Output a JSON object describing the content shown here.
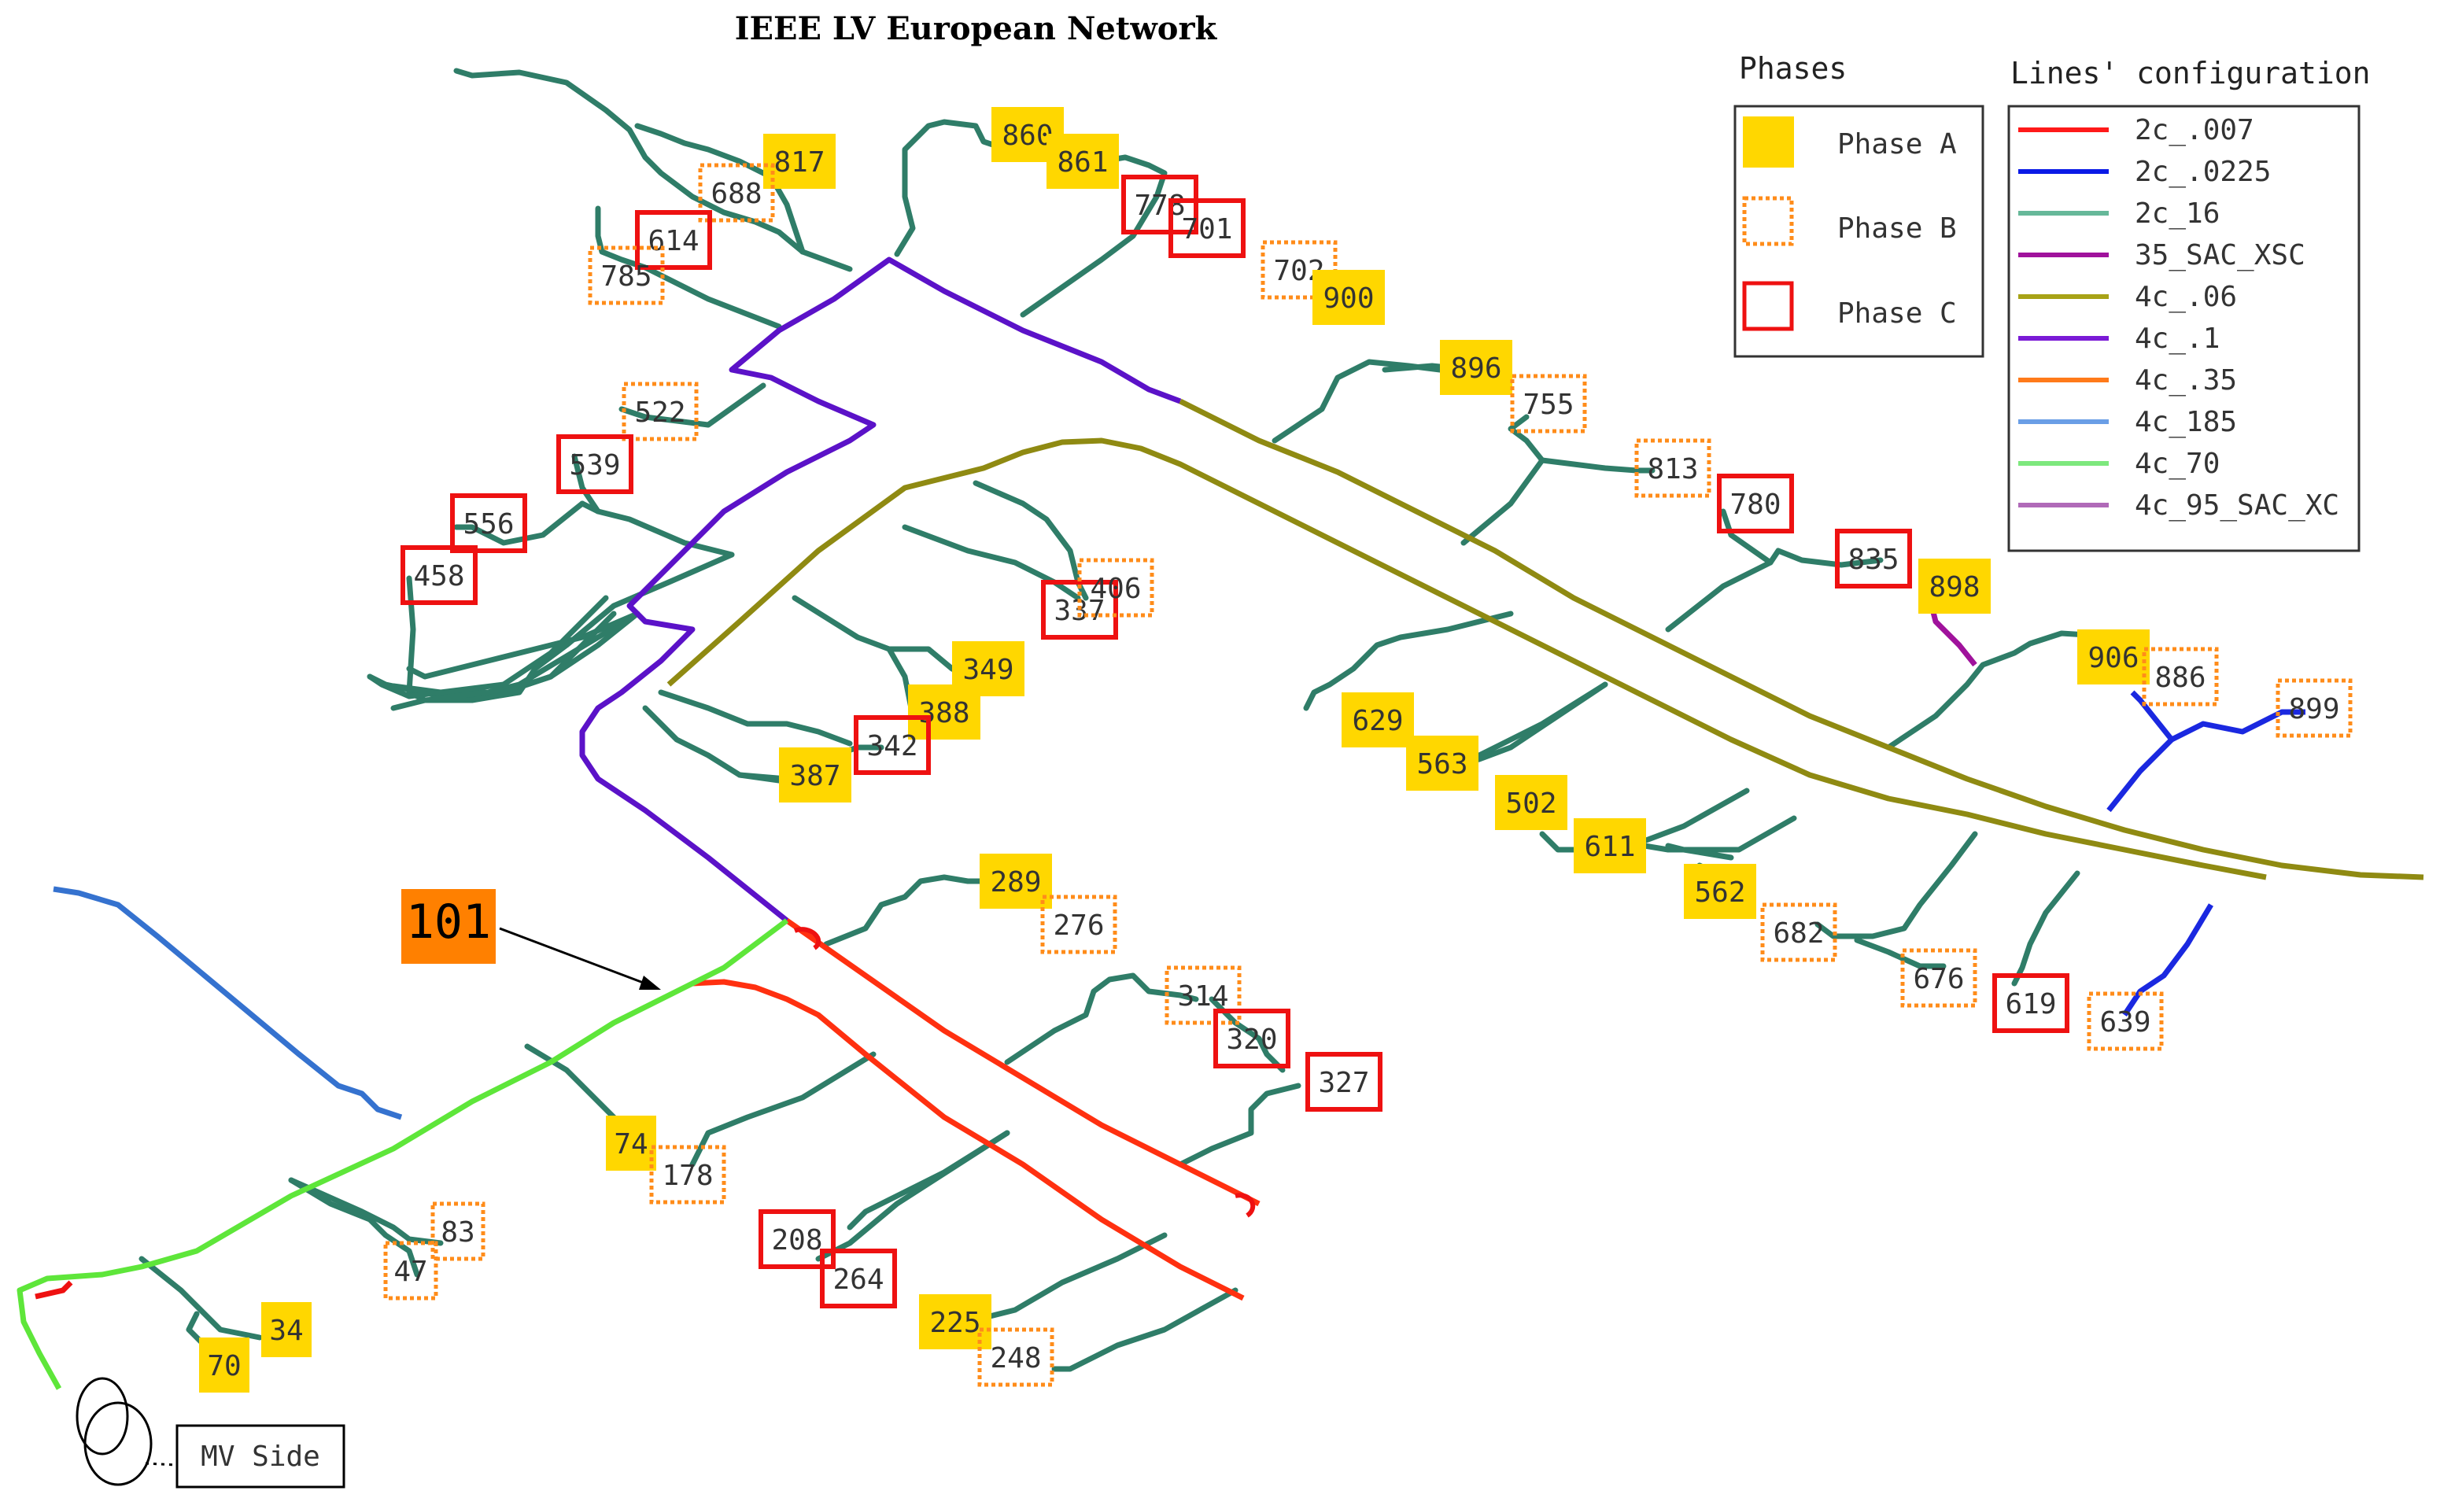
{
  "title": "IEEE LV European Network",
  "phases_legend": {
    "title": "Phases",
    "items": [
      {
        "label": "Phase A",
        "style": "A"
      },
      {
        "label": "Phase B",
        "style": "B"
      },
      {
        "label": "Phase C",
        "style": "C"
      }
    ]
  },
  "lines_legend": {
    "title": "Lines' configuration",
    "items": [
      {
        "label": "2c_.007",
        "color": "#ff1a1a"
      },
      {
        "label": "2c_.0225",
        "color": "#0a1ae6"
      },
      {
        "label": "2c_16",
        "color": "#66b899"
      },
      {
        "label": "35_SAC_XSC",
        "color": "#a0129c"
      },
      {
        "label": "4c_.06",
        "color": "#a8a317"
      },
      {
        "label": "4c_.1",
        "color": "#7a1ad6"
      },
      {
        "label": "4c_.35",
        "color": "#ff7a1a"
      },
      {
        "label": "4c_185",
        "color": "#6a9ee6"
      },
      {
        "label": "4c_70",
        "color": "#7de87d"
      },
      {
        "label": "4c_95_SAC_XC",
        "color": "#b06ab8"
      }
    ]
  },
  "source_node": "101",
  "mv_side_label": "MV Side",
  "colors": {
    "phaseA": "#ffd700",
    "phaseB": "#ff8c1a",
    "phaseC": "#ee1111",
    "source": "#ff8000",
    "branch": "#2f7d68",
    "purple_main": "#5b12c8",
    "olive_main": "#8f8a12",
    "red_main": "#ff3010",
    "green_main": "#5ee63a",
    "blue_main": "#3572cf",
    "dark_blue": "#1a28e0"
  },
  "nodes": [
    {
      "id": "860",
      "phase": "A"
    },
    {
      "id": "861",
      "phase": "A"
    },
    {
      "id": "817",
      "phase": "A"
    },
    {
      "id": "688",
      "phase": "B"
    },
    {
      "id": "614",
      "phase": "C"
    },
    {
      "id": "785",
      "phase": "B"
    },
    {
      "id": "778",
      "phase": "C"
    },
    {
      "id": "701",
      "phase": "C"
    },
    {
      "id": "702",
      "phase": "B"
    },
    {
      "id": "900",
      "phase": "A"
    },
    {
      "id": "896",
      "phase": "A"
    },
    {
      "id": "755",
      "phase": "B"
    },
    {
      "id": "813",
      "phase": "B"
    },
    {
      "id": "780",
      "phase": "C"
    },
    {
      "id": "835",
      "phase": "C"
    },
    {
      "id": "898",
      "phase": "A"
    },
    {
      "id": "906",
      "phase": "A"
    },
    {
      "id": "886",
      "phase": "B"
    },
    {
      "id": "899",
      "phase": "B"
    },
    {
      "id": "522",
      "phase": "B"
    },
    {
      "id": "539",
      "phase": "C"
    },
    {
      "id": "556",
      "phase": "C"
    },
    {
      "id": "458",
      "phase": "C"
    },
    {
      "id": "337",
      "phase": "C"
    },
    {
      "id": "406",
      "phase": "B"
    },
    {
      "id": "349",
      "phase": "A"
    },
    {
      "id": "388",
      "phase": "A"
    },
    {
      "id": "342",
      "phase": "C"
    },
    {
      "id": "387",
      "phase": "A"
    },
    {
      "id": "629",
      "phase": "A"
    },
    {
      "id": "563",
      "phase": "A"
    },
    {
      "id": "502",
      "phase": "A"
    },
    {
      "id": "611",
      "phase": "A"
    },
    {
      "id": "562",
      "phase": "A"
    },
    {
      "id": "682",
      "phase": "B"
    },
    {
      "id": "676",
      "phase": "B"
    },
    {
      "id": "619",
      "phase": "C"
    },
    {
      "id": "639",
      "phase": "B"
    },
    {
      "id": "289",
      "phase": "A"
    },
    {
      "id": "276",
      "phase": "B"
    },
    {
      "id": "314",
      "phase": "B"
    },
    {
      "id": "320",
      "phase": "C"
    },
    {
      "id": "327",
      "phase": "C"
    },
    {
      "id": "74",
      "phase": "A"
    },
    {
      "id": "178",
      "phase": "B"
    },
    {
      "id": "83",
      "phase": "B"
    },
    {
      "id": "47",
      "phase": "B"
    },
    {
      "id": "34",
      "phase": "A"
    },
    {
      "id": "70",
      "phase": "A"
    },
    {
      "id": "208",
      "phase": "C"
    },
    {
      "id": "264",
      "phase": "C"
    },
    {
      "id": "225",
      "phase": "A"
    },
    {
      "id": "248",
      "phase": "B"
    }
  ]
}
